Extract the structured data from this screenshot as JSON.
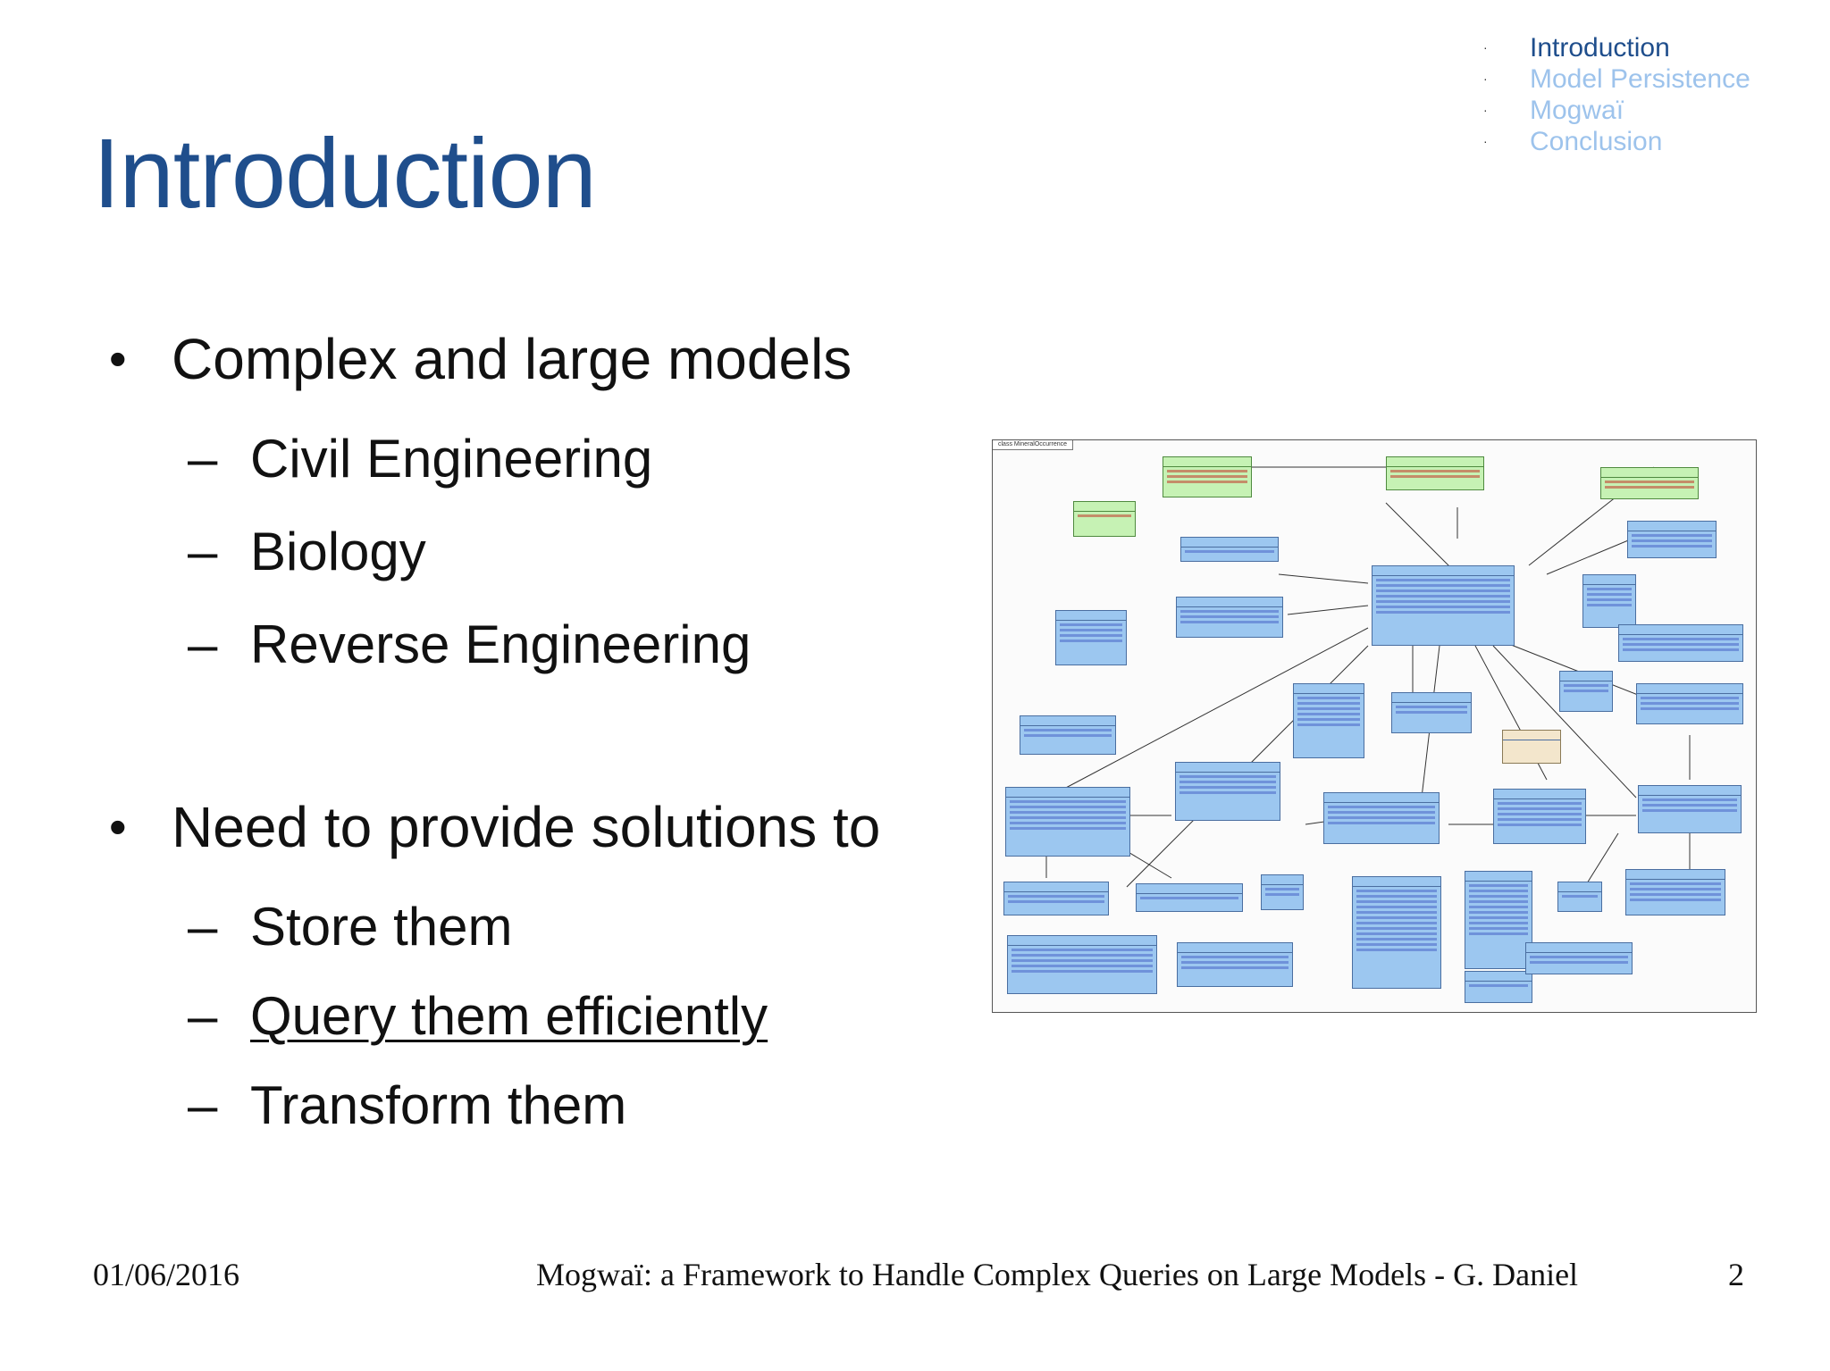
{
  "nav": {
    "items": [
      {
        "label": "Introduction",
        "active": true
      },
      {
        "label": "Model Persistence",
        "active": false
      },
      {
        "label": "Mogwaï",
        "active": false
      },
      {
        "label": "Conclusion",
        "active": false
      }
    ],
    "bullet": "·"
  },
  "title": "Introduction",
  "bullets": [
    {
      "text": "Complex and large models",
      "marker": "•",
      "children": [
        {
          "text": "Civil Engineering",
          "marker": "–"
        },
        {
          "text": "Biology",
          "marker": "–"
        },
        {
          "text": "Reverse Engineering",
          "marker": "–"
        }
      ]
    },
    {
      "text": "Need to provide solutions to",
      "marker": "•",
      "children": [
        {
          "text": "Store them",
          "marker": "–"
        },
        {
          "text": "Query them efficiently",
          "marker": "–",
          "underlined": true
        },
        {
          "text": "Transform them",
          "marker": "–"
        }
      ]
    }
  ],
  "diagram": {
    "frame_label": "class MineralOccurrence",
    "colors": {
      "class_fill": "#9cc7f0",
      "feature_fill": "#c6f2b4",
      "special_fill": "#f3e6cc"
    }
  },
  "footer": {
    "date": "01/06/2016",
    "title": "Mogwaï: a Framework to Handle Complex Queries on Large Models - G. Daniel",
    "page": "2"
  },
  "colors": {
    "title": "#1f4e8c",
    "nav_active": "#1f4e8c",
    "nav_inactive": "#9dc3ec"
  }
}
